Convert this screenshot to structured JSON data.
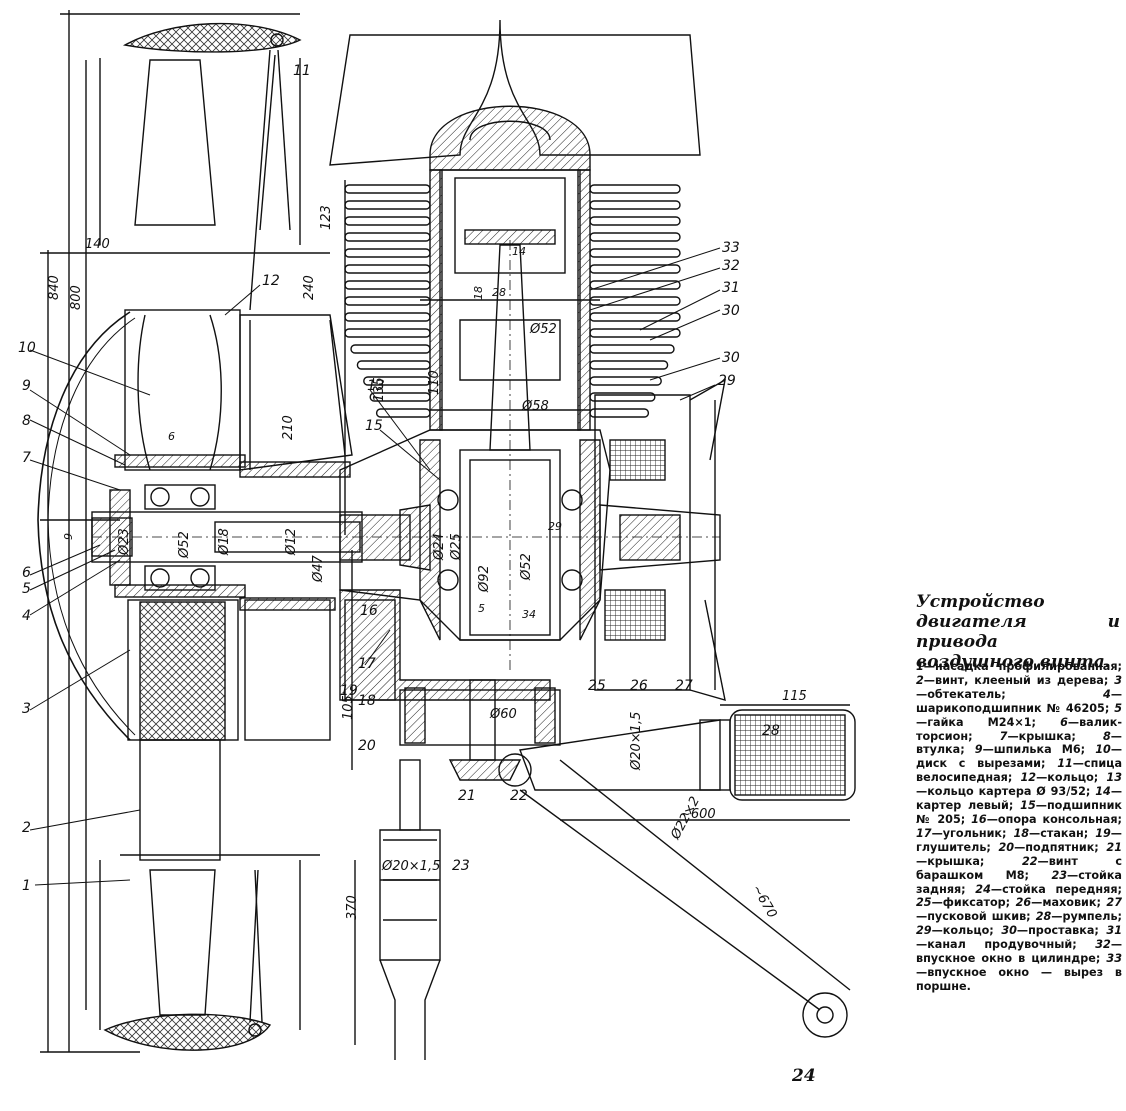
{
  "caption": {
    "title": "Устройство двигателя и привода воздушного винта."
  },
  "legend": [
    {
      "num": "1",
      "text": "насадка профилированная;"
    },
    {
      "num": "2",
      "text": "винт, клееный из дерева;"
    },
    {
      "num": "3",
      "text": "обтекатель;"
    },
    {
      "num": "4",
      "text": "шарикоподшипник № 46205;"
    },
    {
      "num": "5",
      "text": "гайка М24×1;"
    },
    {
      "num": "6",
      "text": "валик-торсион;"
    },
    {
      "num": "7",
      "text": "крышка;"
    },
    {
      "num": "8",
      "text": "втулка;"
    },
    {
      "num": "9",
      "text": "шпилька М6;"
    },
    {
      "num": "10",
      "text": "диск с вырезами;"
    },
    {
      "num": "11",
      "text": "спица велосипедная;"
    },
    {
      "num": "12",
      "text": "кольцо;"
    },
    {
      "num": "13",
      "text": "кольцо картера Ø 93/52;"
    },
    {
      "num": "14",
      "text": "картер левый;"
    },
    {
      "num": "15",
      "text": "подшипник № 205;"
    },
    {
      "num": "16",
      "text": "опора консольная;"
    },
    {
      "num": "17",
      "text": "угольник;"
    },
    {
      "num": "18",
      "text": "стакан;"
    },
    {
      "num": "19",
      "text": "глушитель;"
    },
    {
      "num": "20",
      "text": "подпятник;"
    },
    {
      "num": "21",
      "text": "крышка;"
    },
    {
      "num": "22",
      "text": "винт с барашком М8;"
    },
    {
      "num": "23",
      "text": "стойка задняя;"
    },
    {
      "num": "24",
      "text": "стойка передняя;"
    },
    {
      "num": "25",
      "text": "фиксатор;"
    },
    {
      "num": "26",
      "text": "маховик;"
    },
    {
      "num": "27",
      "text": "пусковой шкив;"
    },
    {
      "num": "28",
      "text": "румпель;"
    },
    {
      "num": "29",
      "text": "кольцо;"
    },
    {
      "num": "30",
      "text": "проставка;"
    },
    {
      "num": "31",
      "text": "канал продувочный;"
    },
    {
      "num": "32",
      "text": "впускное окно в цилиндре;"
    },
    {
      "num": "33",
      "text": "впускное окно — вырез в поршне."
    }
  ],
  "page_number": "24",
  "dimensions": {
    "d840": "840",
    "d800": "800",
    "d140": "140",
    "d123": "123",
    "d240": "240",
    "d210": "210",
    "d135": "135",
    "d110": "110",
    "d105": "105",
    "d370": "370",
    "d115": "115",
    "d600": "~600",
    "d670": "~670",
    "d14": "14",
    "d18": "18",
    "d28": "28",
    "d52a": "Ø52",
    "d58": "Ø58",
    "d6": "6",
    "d9": "9",
    "d23": "Ø23",
    "d52b": "Ø52",
    "d18b": "Ø18",
    "d12": "Ø12",
    "d47": "Ø47",
    "d24": "Ø24",
    "d25": "Ø25",
    "d92": "Ø92",
    "d52c": "Ø52",
    "d5": "5",
    "d34": "34",
    "d29": "29",
    "d60": "Ø60",
    "d20a": "Ø20×1,5",
    "d20b": "Ø20×1,5",
    "d22": "Ø22×2"
  },
  "callouts": {
    "c1": "1",
    "c2": "2",
    "c3": "3",
    "c4": "4",
    "c5": "5",
    "c6": "6",
    "c7": "7",
    "c8": "8",
    "c9": "9",
    "c10": "10",
    "c11": "11",
    "c12": "12",
    "c13": "13",
    "c15": "15",
    "c16": "16",
    "c17": "17",
    "c18": "18",
    "c19": "19",
    "c20": "20",
    "c21": "21",
    "c22": "22",
    "c23": "23",
    "c25": "25",
    "c26": "26",
    "c27": "27",
    "c28": "28",
    "c29": "29",
    "c30a": "30",
    "c30b": "30",
    "c31": "31",
    "c32": "32",
    "c33": "33"
  }
}
